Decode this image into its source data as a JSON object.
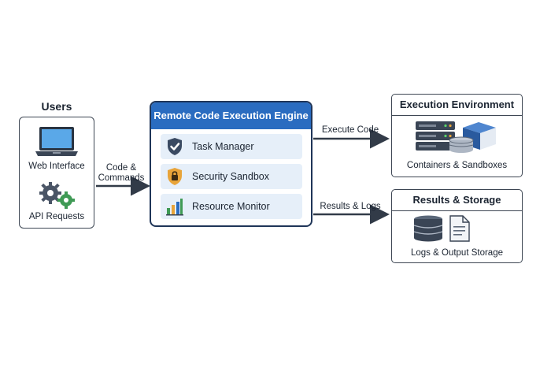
{
  "users": {
    "title": "Users",
    "web_label": "Web Interface",
    "api_label": "API Requests"
  },
  "arrows": {
    "code_commands": "Code &\nCommands",
    "execute_code": "Execute Code",
    "results_logs": "Results & Logs"
  },
  "engine": {
    "title": "Remote Code Execution Engine",
    "modules": [
      {
        "label": "Task Manager",
        "icon": "shield-check-icon"
      },
      {
        "label": "Security Sandbox",
        "icon": "lock-shield-icon"
      },
      {
        "label": "Resource Monitor",
        "icon": "bar-chart-icon"
      }
    ]
  },
  "execution_env": {
    "title": "Execution Environment",
    "caption": "Containers & Sandboxes"
  },
  "results_storage": {
    "title": "Results & Storage",
    "caption": "Logs & Output Storage"
  },
  "colors": {
    "engine_header": "#2a6cc0",
    "module_bg": "#e6eff9",
    "border": "#3d4653",
    "arrow": "#323b48"
  }
}
